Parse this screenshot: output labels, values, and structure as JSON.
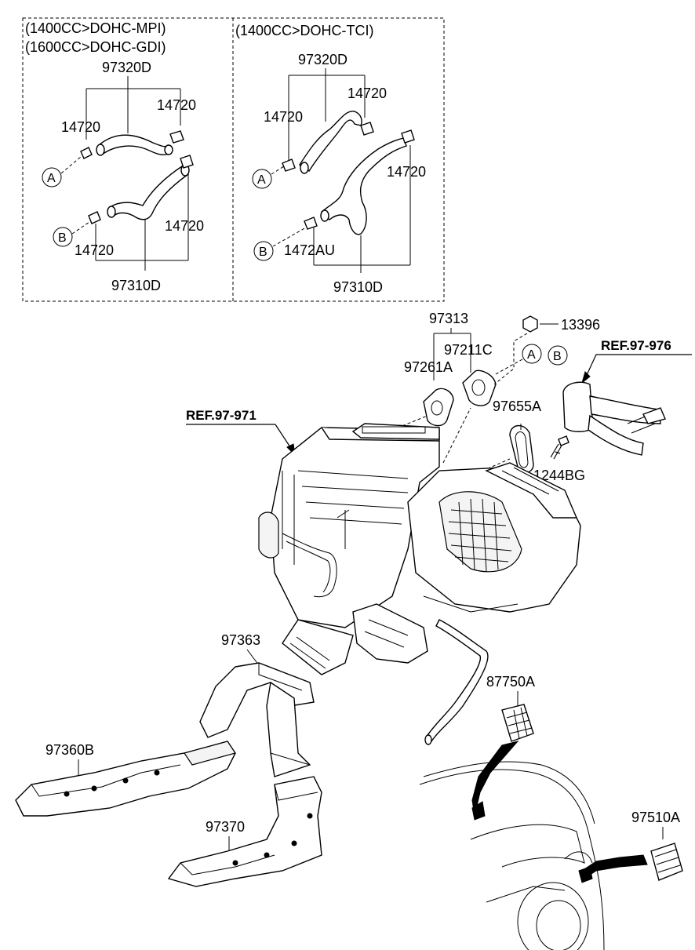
{
  "insets": {
    "left": {
      "variant_line1": "(1400CC>DOHC-MPI)",
      "variant_line2": "(1600CC>DOHC-GDI)",
      "hose_top": "97320D",
      "clamp_tl": "14720",
      "clamp_tr": "14720",
      "clamp_bl": "14720",
      "clamp_br": "14720",
      "hose_bottom": "97310D",
      "marker_a": "A",
      "marker_b": "B"
    },
    "right": {
      "variant_line1": "(1400CC>DOHC-TCI)",
      "hose_top": "97320D",
      "clamp_tl": "14720",
      "clamp_tr": "14720",
      "clamp_r": "14720",
      "clamp_bl": "1472AU",
      "hose_bottom": "97310D",
      "marker_a": "A",
      "marker_b": "B"
    }
  },
  "parts": {
    "gasket_set": "97313",
    "gasket_a": "97261A",
    "gasket_b": "97211C",
    "nut": "13396",
    "seal": "97655A",
    "bolt": "1244BG",
    "duct_upper": "97363",
    "duct_rear_left": "97360B",
    "duct_rear_right": "97370",
    "vent_roof": "87750A",
    "vent_rear": "97510A",
    "marker_a": "A",
    "marker_b": "B"
  },
  "refs": {
    "heater_ref": "REF.97-971",
    "pipe_ref": "REF.97-976"
  }
}
